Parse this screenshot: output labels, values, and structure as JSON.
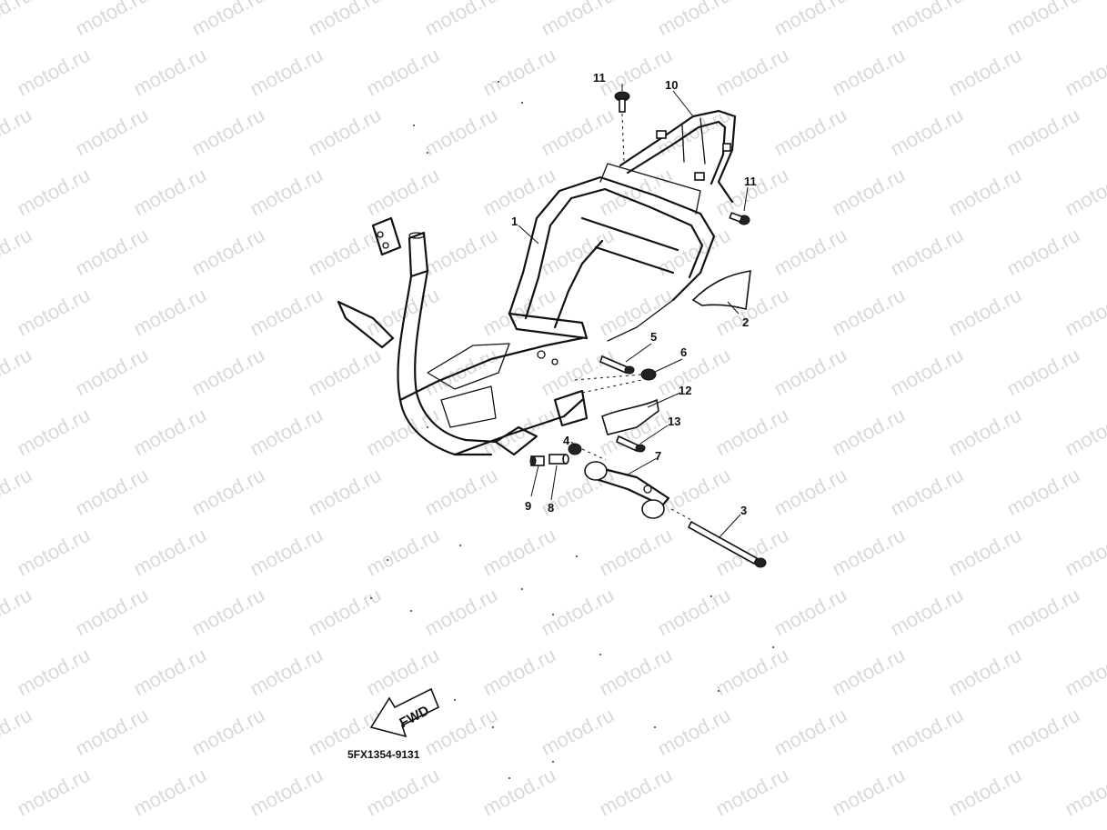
{
  "watermark": "motod.ru",
  "part_labels": [
    {
      "id": "1",
      "text": "1"
    },
    {
      "id": "2",
      "text": "2"
    },
    {
      "id": "3",
      "text": "3"
    },
    {
      "id": "4",
      "text": "4"
    },
    {
      "id": "5",
      "text": "5"
    },
    {
      "id": "6",
      "text": "6"
    },
    {
      "id": "7",
      "text": "7"
    },
    {
      "id": "8",
      "text": "8"
    },
    {
      "id": "9",
      "text": "9"
    },
    {
      "id": "10",
      "text": "10"
    },
    {
      "id": "11a",
      "text": "11"
    },
    {
      "id": "11b",
      "text": "11"
    },
    {
      "id": "12",
      "text": "12"
    },
    {
      "id": "13",
      "text": "13"
    }
  ],
  "fwd_label": "FWD",
  "diagram_code": "5FX1354-9131",
  "colors": {
    "ink": "#111111",
    "watermark": "#d9d9d9",
    "background": "#ffffff"
  }
}
